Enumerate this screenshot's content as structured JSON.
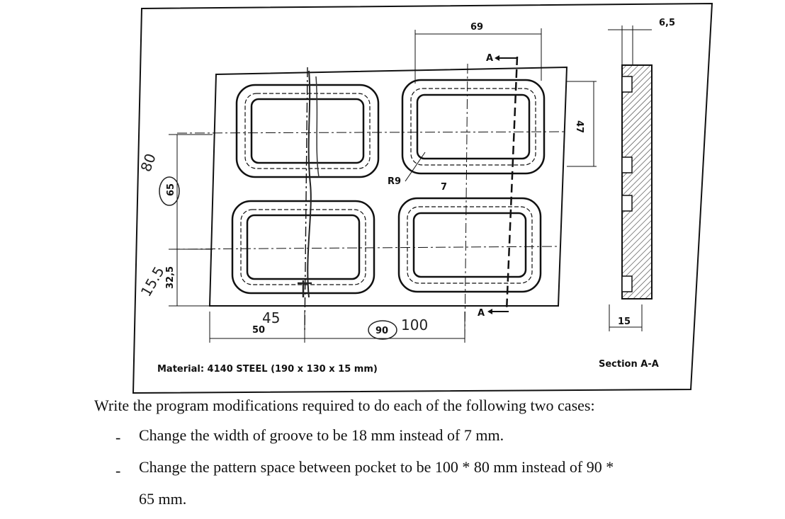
{
  "drawing": {
    "dim_top_width": "69",
    "dim_section_offset": "6,5",
    "dim_pocket_height": "47",
    "dim_radius": "R9",
    "dim_groove": "7",
    "dim_pitch_y": "65",
    "dim_pitch_y_hand": "80",
    "dim_edge_y": "32,5",
    "dim_edge_y_hand": "15.5",
    "dim_edge_x_hand": "45",
    "dim_edge_x": "50",
    "dim_pitch_x": "90",
    "dim_pitch_x_hand": "100",
    "dim_thickness": "15",
    "section_marker": "A",
    "material_note": "Material: 4140 STEEL (190 x 130 x 15 mm)",
    "section_label": "Section A-A"
  },
  "question": {
    "intro": "Write the program modifications required to do each of the following two cases:",
    "bullet_marker": "-",
    "case1": "Change the width of groove to be 18 mm instead of   7 mm.",
    "case2_line1": "Change the pattern space between pocket  to be 100 * 80  mm instead of 90 *",
    "case2_line2": "65  mm."
  }
}
